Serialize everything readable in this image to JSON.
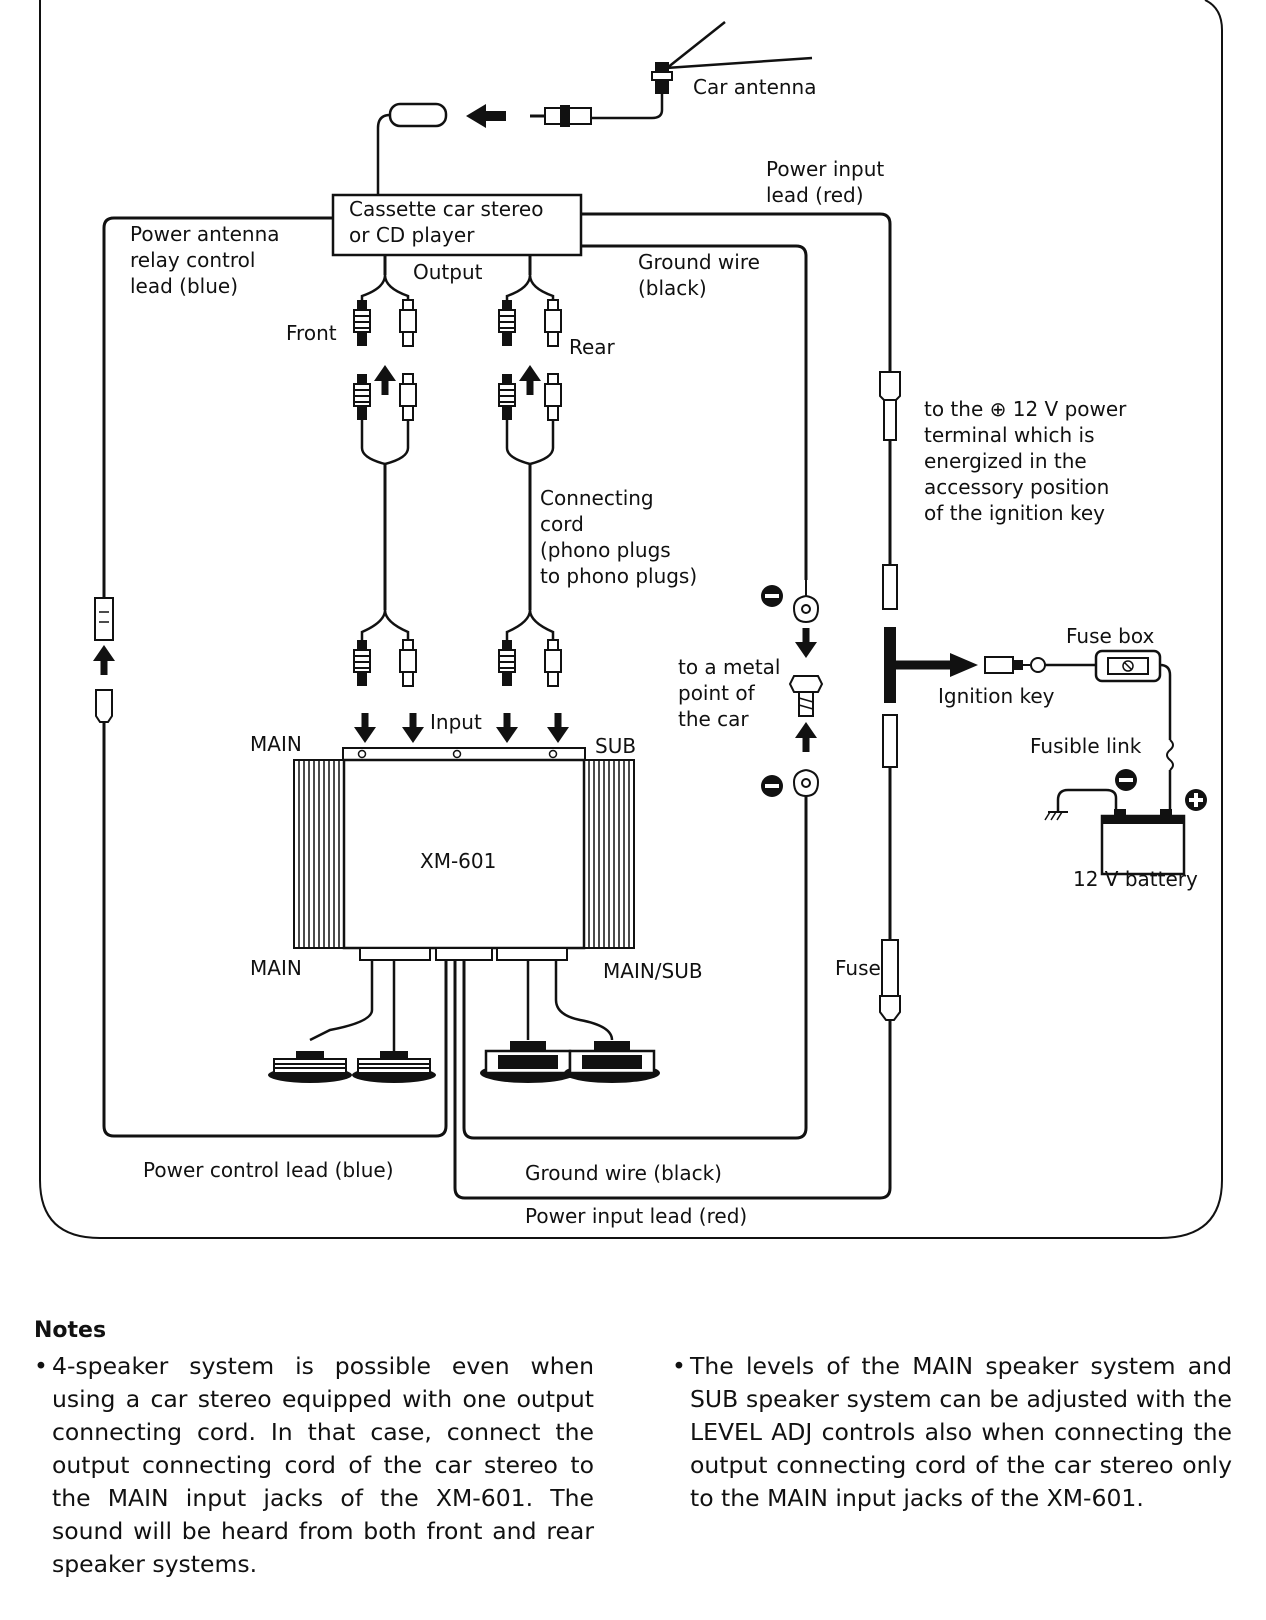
{
  "diagram": {
    "car_antenna": "Car antenna",
    "power_input_lead_top": "Power input\nlead (red)",
    "head_unit": "Cassette car stereo\nor CD player",
    "power_antenna_lead": "Power antenna\nrelay control\nlead (blue)",
    "output": "Output",
    "ground_wire_top": "Ground wire\n(black)",
    "front": "Front",
    "rear": "Rear",
    "accessory_note": "to the ⊕ 12 V power\nterminal which is\nenergized in the\naccessory position\nof the ignition key",
    "connecting_cord": "Connecting\ncord\n(phono plugs\nto phono plugs)",
    "fuse_box": "Fuse box",
    "metal_point": "to a metal\npoint of\nthe car",
    "ignition_key": "Ignition key",
    "input": "Input",
    "main_top": "MAIN",
    "sub_top": "SUB",
    "fusible_link": "Fusible link",
    "model": "XM-601",
    "battery": "12 V battery",
    "main_bottom": "MAIN",
    "main_sub_bottom": "MAIN/SUB",
    "fuse": "Fuse",
    "power_control_lead": "Power control lead (blue)",
    "ground_wire_bottom": "Ground wire (black)",
    "power_input_lead_bottom": "Power input lead (red)",
    "minus": "−",
    "plus": "+"
  },
  "notes": {
    "title": "Notes",
    "bullet": "•",
    "items": [
      "4-speaker system is possible even when using a car stereo equipped with one output connecting cord. In that case, connect the output connecting cord of the car stereo to the MAIN input jacks of the XM-601. The sound will be heard from both front and rear speaker systems.",
      "The levels of the MAIN speaker system and SUB speaker system can be adjusted with the LEVEL ADJ controls also when connecting the output connecting cord of the car stereo only to the MAIN input jacks of the XM-601."
    ]
  }
}
